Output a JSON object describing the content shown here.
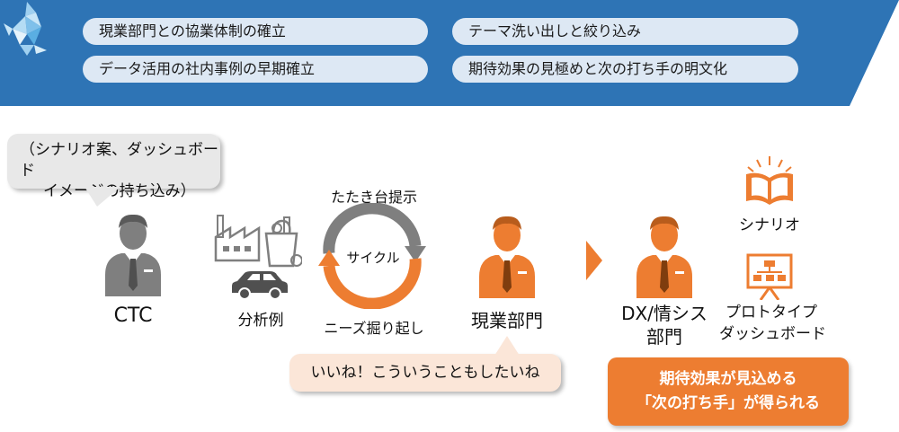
{
  "banner": {
    "colors": {
      "primary": "#2e74b5",
      "pill": "#dde8f4"
    },
    "items": [
      "現業部門との協業体制の確立",
      "データ活用の社内事例の早期確立",
      "テーマ洗い出しと絞り込み",
      "期待効果の見極めと次の打ち手の明文化"
    ]
  },
  "ctc_bubble": {
    "line1": "（シナリオ案、ダッシュボード",
    "line2": "イメージの持ち込み）"
  },
  "actors": {
    "ctc": "CTC",
    "genba": "現業部門",
    "dx_line1": "DX/情シス",
    "dx_line2": "部門"
  },
  "examples_label": "分析例",
  "cycle": {
    "top": "たたき台提示",
    "center": "サイクル",
    "bottom": "ニーズ掘り起し"
  },
  "genba_bubble": "いいね！こういうこともしたいね",
  "outputs": {
    "scenario": "シナリオ",
    "dashboard_line1": "プロトタイプ",
    "dashboard_line2": "ダッシュボード"
  },
  "result": {
    "line1": "期待効果が見込める",
    "line2": "「次の打ち手」が得られる"
  },
  "colors": {
    "orange": "#ed7d31",
    "gray": "#7f7f7f"
  }
}
